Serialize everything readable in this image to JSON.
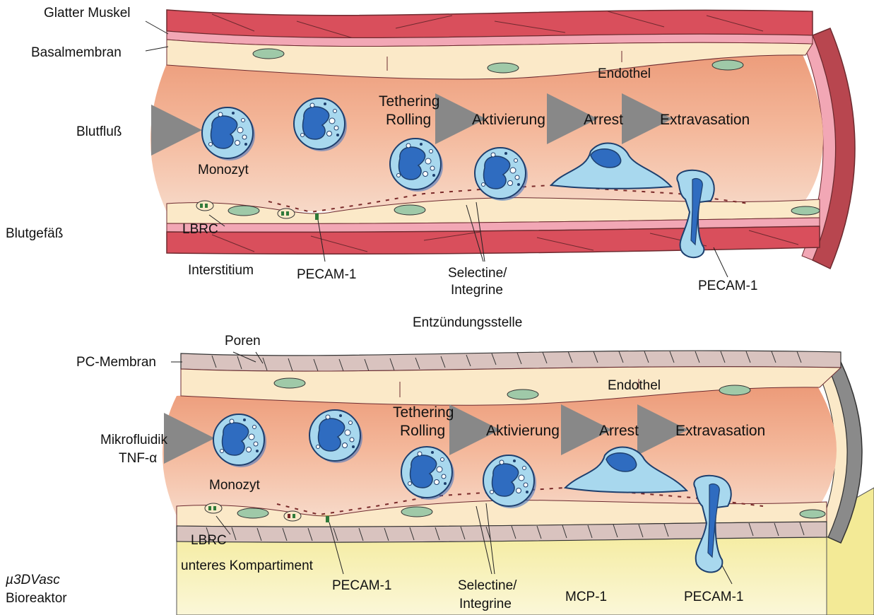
{
  "top": {
    "layers": {
      "smooth_muscle": "Glatter Muskel",
      "basement_membrane": "Basalmembran",
      "endothelium": "Endothel",
      "vessel": "Blutgefäß",
      "interstitium": "Interstitium"
    },
    "flow_label": "Blutfluß",
    "cell_label": "Monozyt",
    "lbrc_label": "LBRC",
    "pecam_left": "PECAM-1",
    "pecam_right": "PECAM-1",
    "selectins_line1": "Selectine/",
    "selectins_line2": "Integrine",
    "steps": {
      "tethering": "Tethering",
      "rolling": "Rolling",
      "activation": "Aktivierung",
      "arrest": "Arrest",
      "extravasation": "Extravasation"
    }
  },
  "middle_label": "Entzündungsstelle",
  "bottom": {
    "layers": {
      "pores": "Poren",
      "pc_membrane": "PC-Membran",
      "endothelium": "Endothel",
      "lower_compartment": "unteres Kompartiment"
    },
    "flow_label_line1": "Mikrofluidik",
    "flow_label_line2": "TNF-α",
    "cell_label": "Monozyt",
    "lbrc_label": "LBRC",
    "pecam_left": "PECAM-1",
    "pecam_right": "PECAM-1",
    "selectins_line1": "Selectine/",
    "selectins_line2": "Integrine",
    "mcp_label": "MCP-1",
    "steps": {
      "tethering": "Tethering",
      "rolling": "Rolling",
      "activation": "Aktivierung",
      "arrest": "Arrest",
      "extravasation": "Extravasation"
    },
    "device_line1": "µ3DVasc",
    "device_line2": "Bioreaktor"
  },
  "colors": {
    "muscle": "#d94f5c",
    "basement": "#f2a7b5",
    "endothelium": "#fbe9c8",
    "lumen": "#f0a886",
    "nucleus_small": "#9fc9a8",
    "cell_body": "#a8d8ee",
    "cell_nucleus": "#2f6cc0",
    "compartment": "#f6efa0",
    "membrane": "#d9c3bf"
  }
}
